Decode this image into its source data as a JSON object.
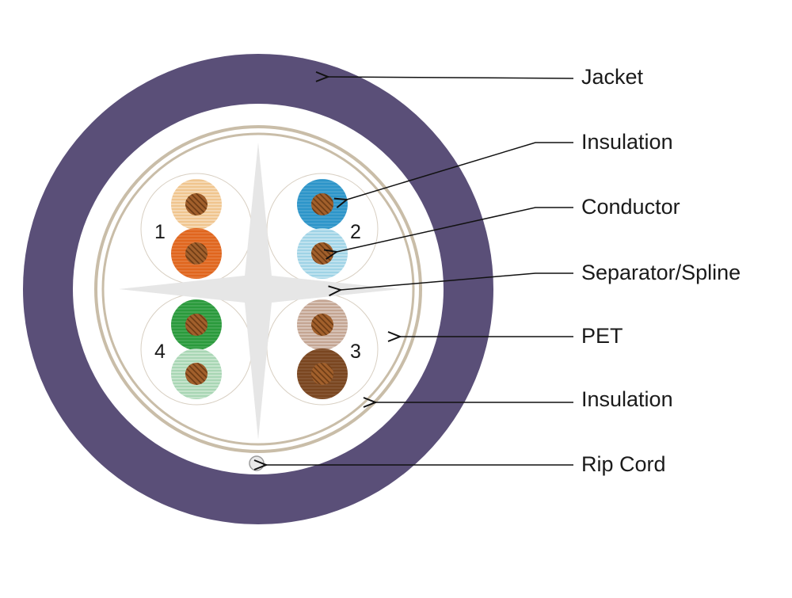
{
  "labels": {
    "jacket": "Jacket",
    "insulation_top": "Insulation",
    "conductor": "Conductor",
    "separator": "Separator/Spline",
    "pet": "PET",
    "insulation_bottom": "Insulation",
    "rip_cord": "Rip Cord"
  },
  "pairs": {
    "pair1": "1",
    "pair2": "2",
    "pair3": "3",
    "pair4": "4"
  },
  "colors": {
    "jacket": "#5a4f78",
    "pet": "#c9bda8",
    "spline": "#e6e6e6",
    "copper": "#a2602c",
    "orange_white": "#f0c58e",
    "orange": "#e0661e",
    "blue": "#2d95c9",
    "blue_white": "#9fd3e6",
    "green": "#2a9a3c",
    "green_white": "#a8d6b4",
    "brown_white": "#c4a592",
    "brown": "#7a4620"
  }
}
